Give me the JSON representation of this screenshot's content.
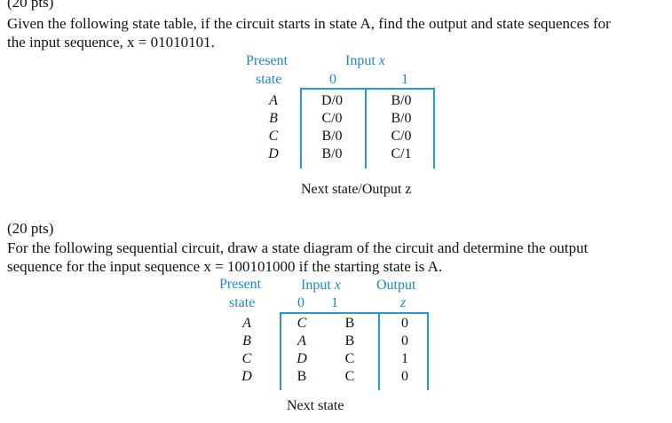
{
  "problem1": {
    "points": "(20 pts)",
    "line1": "Given the following state table, if the circuit starts in state A, find the output and state sequences for",
    "line2": "the input sequence, x = 01010101.",
    "table": {
      "present_label_1": "Present",
      "present_label_2": "state",
      "input_label": "Input",
      "input_var": "x",
      "col0_header": "0",
      "col1_header": "1",
      "states": [
        "A",
        "B",
        "C",
        "D"
      ],
      "col0": [
        "D/0",
        "C/0",
        "B/0",
        "B/0"
      ],
      "col1": [
        "B/0",
        "B/0",
        "C/0",
        "C/1"
      ],
      "caption": "Next state/Output z"
    }
  },
  "problem2": {
    "points": "(20 pts)",
    "line1": "For the following sequential circuit, draw a state diagram of the circuit and determine the output",
    "line2": "sequence for the input sequence x = 100101000 if the starting state is A.",
    "table": {
      "present_label_1": "Present",
      "present_label_2": "state",
      "input_label": "Input",
      "input_var": "x",
      "output_label": "Output",
      "output_var": "z",
      "col0_header": "0",
      "col1_header": "1",
      "states": [
        "A",
        "B",
        "C",
        "D"
      ],
      "col0": [
        "C",
        "A",
        "D",
        "B"
      ],
      "col1": [
        "B",
        "B",
        "C",
        "C"
      ],
      "output": [
        "0",
        "0",
        "1",
        "0"
      ],
      "caption": "Next state"
    }
  },
  "colors": {
    "accent": "#1f86c6",
    "rule": "#1f9bd6"
  }
}
